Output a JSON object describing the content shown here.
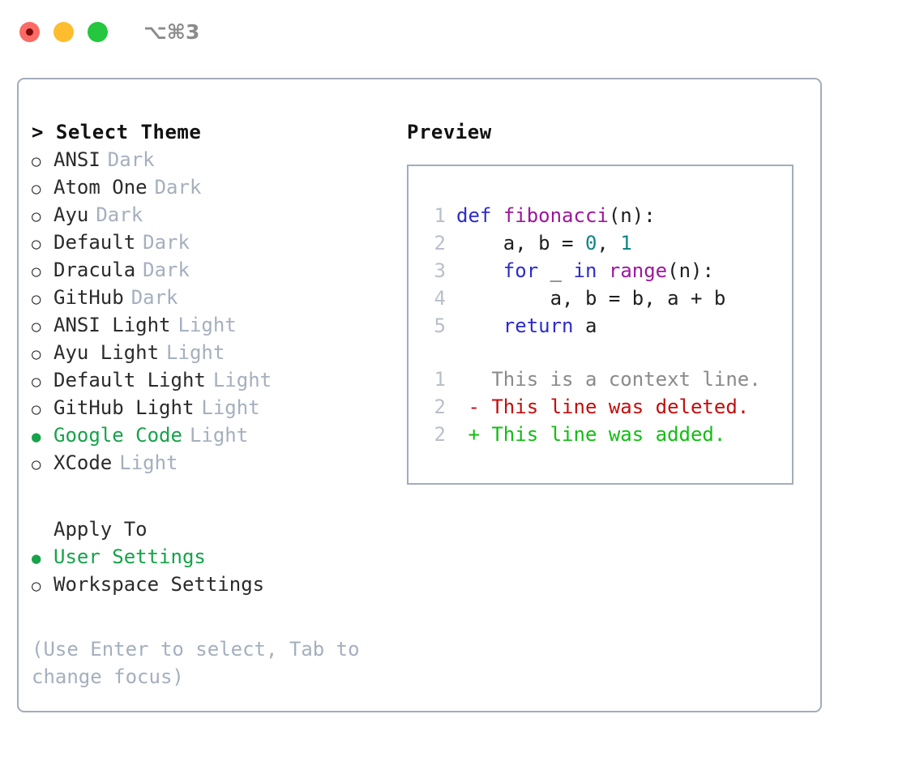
{
  "window": {
    "title": "⌥⌘3",
    "traffic_lights": [
      {
        "name": "close",
        "color": "#fb6a65"
      },
      {
        "name": "minimize",
        "color": "#fdbd2e"
      },
      {
        "name": "maximize",
        "color": "#24c73d"
      }
    ]
  },
  "colors": {
    "accent_green": "#16a34a",
    "border": "#a3acbb",
    "muted": "#a5afbe",
    "keyword": "#2c2cc9",
    "function": "#9c179e",
    "number": "#0d8585",
    "diff_added": "#13bd13",
    "diff_deleted": "#c40d0d",
    "diff_context": "#8a8a8a"
  },
  "theme_picker": {
    "heading": "> Select Theme",
    "items": [
      {
        "label": "ANSI",
        "tag": "Dark",
        "selected": false
      },
      {
        "label": "Atom One",
        "tag": "Dark",
        "selected": false
      },
      {
        "label": "Ayu",
        "tag": "Dark",
        "selected": false
      },
      {
        "label": "Default",
        "tag": "Dark",
        "selected": false
      },
      {
        "label": "Dracula",
        "tag": "Dark",
        "selected": false
      },
      {
        "label": "GitHub",
        "tag": "Dark",
        "selected": false
      },
      {
        "label": "ANSI Light",
        "tag": "Light",
        "selected": false
      },
      {
        "label": "Ayu Light",
        "tag": "Light",
        "selected": false
      },
      {
        "label": "Default Light",
        "tag": "Light",
        "selected": false
      },
      {
        "label": "GitHub Light",
        "tag": "Light",
        "selected": false
      },
      {
        "label": "Google Code",
        "tag": "Light",
        "selected": true
      },
      {
        "label": "XCode",
        "tag": "Light",
        "selected": false
      }
    ]
  },
  "apply_to": {
    "heading": "Apply To",
    "options": [
      {
        "label": "User Settings",
        "selected": true
      },
      {
        "label": "Workspace Settings",
        "selected": false
      }
    ]
  },
  "hint": "(Use Enter to select, Tab to change focus)",
  "preview": {
    "title": "Preview",
    "code_lines": [
      {
        "no": "1",
        "tokens": [
          {
            "t": "def",
            "k": "kw"
          },
          {
            "t": " ",
            "k": "plain"
          },
          {
            "t": "fibonacci",
            "k": "fn"
          },
          {
            "t": "(n):",
            "k": "plain"
          }
        ]
      },
      {
        "no": "2",
        "tokens": [
          {
            "t": "    a, b = ",
            "k": "plain"
          },
          {
            "t": "0",
            "k": "num"
          },
          {
            "t": ", ",
            "k": "plain"
          },
          {
            "t": "1",
            "k": "num"
          }
        ]
      },
      {
        "no": "3",
        "tokens": [
          {
            "t": "    ",
            "k": "plain"
          },
          {
            "t": "for",
            "k": "kw"
          },
          {
            "t": " _ ",
            "k": "plain"
          },
          {
            "t": "in",
            "k": "kw"
          },
          {
            "t": " ",
            "k": "plain"
          },
          {
            "t": "range",
            "k": "fn"
          },
          {
            "t": "(n):",
            "k": "plain"
          }
        ]
      },
      {
        "no": "4",
        "tokens": [
          {
            "t": "        a, b = b, a + b",
            "k": "plain"
          }
        ]
      },
      {
        "no": "5",
        "tokens": [
          {
            "t": "    ",
            "k": "plain"
          },
          {
            "t": "return",
            "k": "kw"
          },
          {
            "t": " a",
            "k": "plain"
          }
        ]
      }
    ],
    "diff_lines": [
      {
        "no": "1",
        "sign": " ",
        "text": " This is a context line.",
        "kind": "ctx"
      },
      {
        "no": "2",
        "sign": "-",
        "text": " This line was deleted.",
        "kind": "del"
      },
      {
        "no": "2",
        "sign": "+",
        "text": " This line was added.",
        "kind": "add"
      }
    ]
  }
}
